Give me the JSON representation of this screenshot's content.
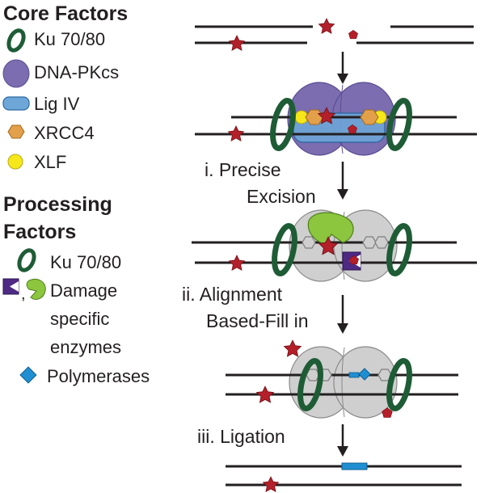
{
  "legend": {
    "core_header": "Core Factors",
    "core_items": [
      {
        "icon": "ku-ring-icon",
        "label": "Ku 70/80"
      },
      {
        "icon": "dna-pkcs-icon",
        "label": "DNA-PKcs"
      },
      {
        "icon": "lig-iv-icon",
        "label": "Lig IV"
      },
      {
        "icon": "xrcc4-icon",
        "label": "XRCC4"
      },
      {
        "icon": "xlf-icon",
        "label": "XLF"
      }
    ],
    "processing_header_line1": "Processing",
    "processing_header_line2": "Factors",
    "processing_items": [
      {
        "icon": "ku-ring-icon",
        "label": "Ku 70/80"
      },
      {
        "icon": "damage-enzyme-icon",
        "label_lines": [
          "Damage",
          "specific",
          "enzymes"
        ]
      },
      {
        "icon": "polymerase-icon",
        "label": "Polymerases"
      }
    ],
    "comma": ","
  },
  "steps": [
    {
      "lines": [
        "i. Precise",
        "Excision"
      ]
    },
    {
      "lines": [
        "ii. Alignment",
        "Based-Fill in"
      ]
    },
    {
      "lines": [
        "iii. Ligation"
      ]
    }
  ],
  "colors": {
    "ku": "#1e5c36",
    "dna_pkcs": "#7b6db0",
    "dna_pkcs_dark": "#5c4e92",
    "lig_iv": "#6ea6d8",
    "xrcc4": "#e3a04a",
    "xlf": "#f5e71a",
    "damage": "#b4202a",
    "enzyme_purple": "#4e2a84",
    "enzyme_green": "#8cc63f",
    "polymerase": "#1f8fd1",
    "gray_complex": "#cfcfcf",
    "dna": "#231f20"
  }
}
